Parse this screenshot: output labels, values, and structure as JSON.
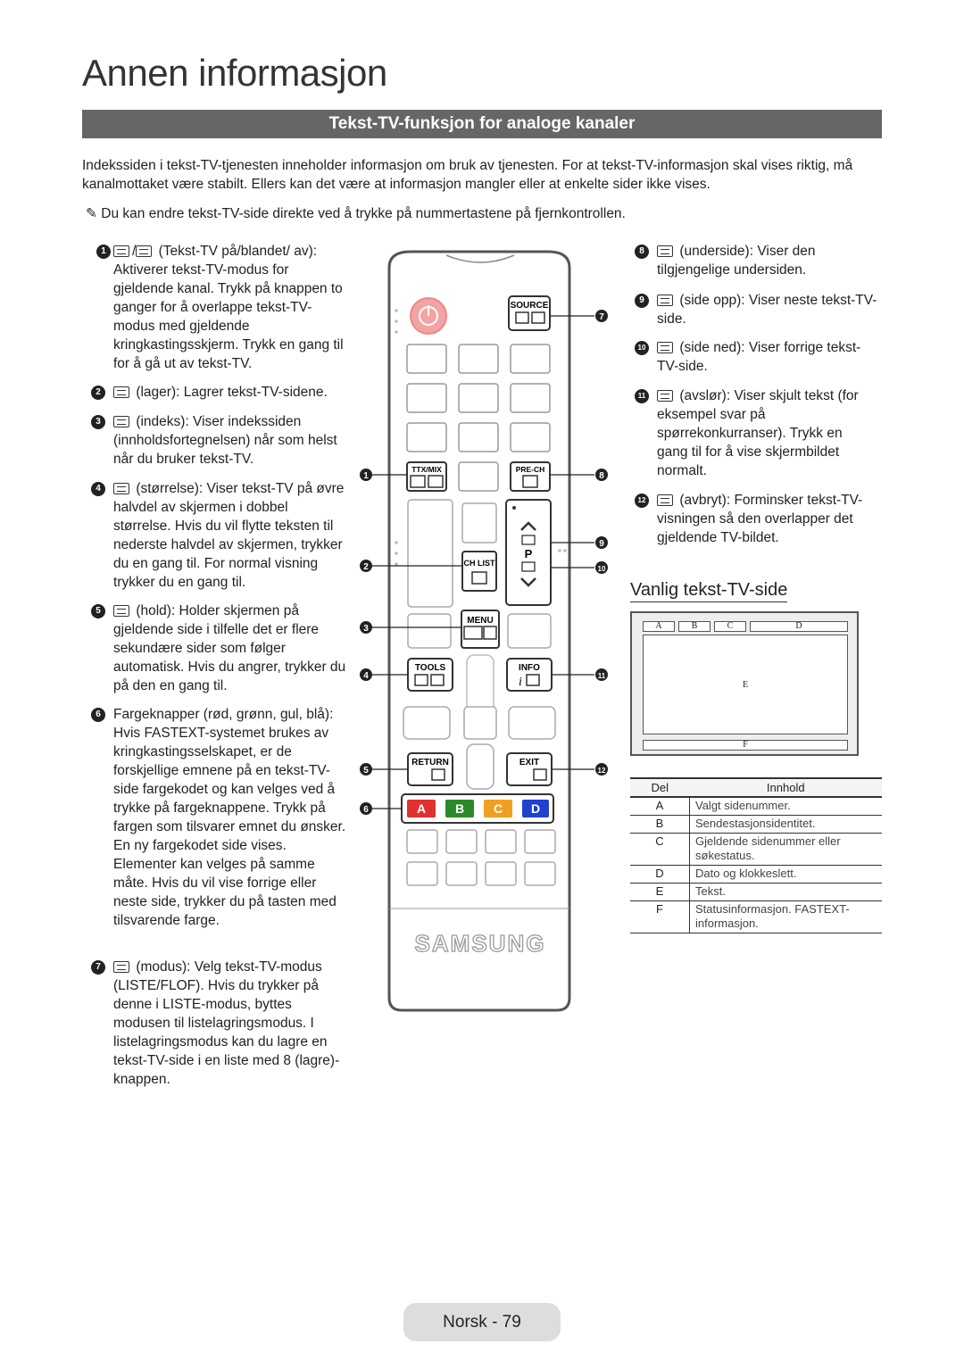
{
  "page_title": "Annen informasjon",
  "section_title": "Tekst-TV-funksjon for analoge kanaler",
  "intro": "Indekssiden i tekst-TV-tjenesten inneholder informasjon om bruk av tjenesten. For at tekst-TV-informasjon skal vises riktig, må kanalmottaket være stabilt. Ellers kan det være at informasjon mangler eller at enkelte sider ikke vises.",
  "note": "✎ Du kan endre tekst-TV-side direkte ved å trykke på nummertastene på fjernkontrollen.",
  "left_items": [
    {
      "num": "1",
      "icons": "/",
      "text": "(Tekst-TV på/blandet/ av): Aktiverer tekst-TV-modus for gjeldende kanal. Trykk på knappen to ganger for å overlappe tekst-TV-modus med gjeldende kringkastingsskjerm. Trykk en gang til for å gå ut av tekst-TV."
    },
    {
      "num": "2",
      "text": "(lager): Lagrer tekst-TV-sidene."
    },
    {
      "num": "3",
      "text": "(indeks): Viser indekssiden (innholdsfortegnelsen) når som helst når du bruker tekst-TV."
    },
    {
      "num": "4",
      "text": "(størrelse): Viser tekst-TV på øvre halvdel av skjermen i dobbel størrelse. Hvis du vil flytte teksten til nederste halvdel av skjermen, trykker du en gang til. For normal visning trykker du en gang til."
    },
    {
      "num": "5",
      "text": "(hold): Holder skjermen på gjeldende side i tilfelle det er flere sekundære sider som følger automatisk. Hvis du angrer, trykker du på den en gang til."
    },
    {
      "num": "6",
      "text": "Fargeknapper (rød, grønn, gul, blå): Hvis FASTEXT-systemet brukes av kringkastingsselskapet, er de forskjellige emnene på en tekst-TV-side fargekodet og kan velges ved å trykke på fargeknappene. Trykk på fargen som tilsvarer emnet du ønsker. En ny fargekodet side vises. Elementer kan velges på samme måte. Hvis du vil vise forrige eller neste side, trykker du på tasten med tilsvarende farge."
    },
    {
      "num": "7",
      "text": "(modus): Velg tekst-TV-modus (LISTE/FLOF). Hvis du trykker på denne i LISTE-modus, byttes modusen til listelagringsmodus. I listelagringsmodus kan du lagre en tekst-TV-side i en liste med 8 (lagre)-knappen."
    }
  ],
  "right_items": [
    {
      "num": "8",
      "text": "(underside): Viser den tilgjengelige undersiden."
    },
    {
      "num": "9",
      "text": "(side opp): Viser neste tekst-TV-side."
    },
    {
      "num": "10",
      "text": "(side ned): Viser forrige tekst-TV-side."
    },
    {
      "num": "11",
      "text": "(avslør): Viser skjult tekst (for eksempel svar på spørrekonkurranser). Trykk en gang til for å vise skjermbildet normalt."
    },
    {
      "num": "12",
      "text": "(avbryt): Forminsker tekst-TV-visningen så den overlapper det gjeldende TV-bildet."
    }
  ],
  "remote": {
    "source": "SOURCE",
    "ttx": "TTX/MIX",
    "prech": "PRE-CH",
    "chlist": "CH LIST",
    "p": "P",
    "menu": "MENU",
    "tools": "TOOLS",
    "info": "INFO",
    "return": "RETURN",
    "exit": "EXIT",
    "color_a": "A",
    "color_b": "B",
    "color_c": "C",
    "color_d": "D",
    "brand": "SAMSUNG",
    "colors": {
      "a": "#e03030",
      "b": "#2a8a2a",
      "c": "#f0a020",
      "d": "#2040d0"
    }
  },
  "vanlig_title": "Vanlig tekst-TV-side",
  "diagram": {
    "a": "A",
    "b": "B",
    "c": "C",
    "d": "D",
    "e": "E",
    "f": "F"
  },
  "legend": {
    "col1": "Del",
    "col2": "Innhold",
    "rows": [
      {
        "k": "A",
        "v": "Valgt sidenummer."
      },
      {
        "k": "B",
        "v": "Sendestasjonsidentitet."
      },
      {
        "k": "C",
        "v": "Gjeldende sidenummer eller søkestatus."
      },
      {
        "k": "D",
        "v": "Dato og klokkeslett."
      },
      {
        "k": "E",
        "v": "Tekst."
      },
      {
        "k": "F",
        "v": "Statusinformasjon. FASTEXT-informasjon."
      }
    ]
  },
  "footer": "Norsk - 79"
}
